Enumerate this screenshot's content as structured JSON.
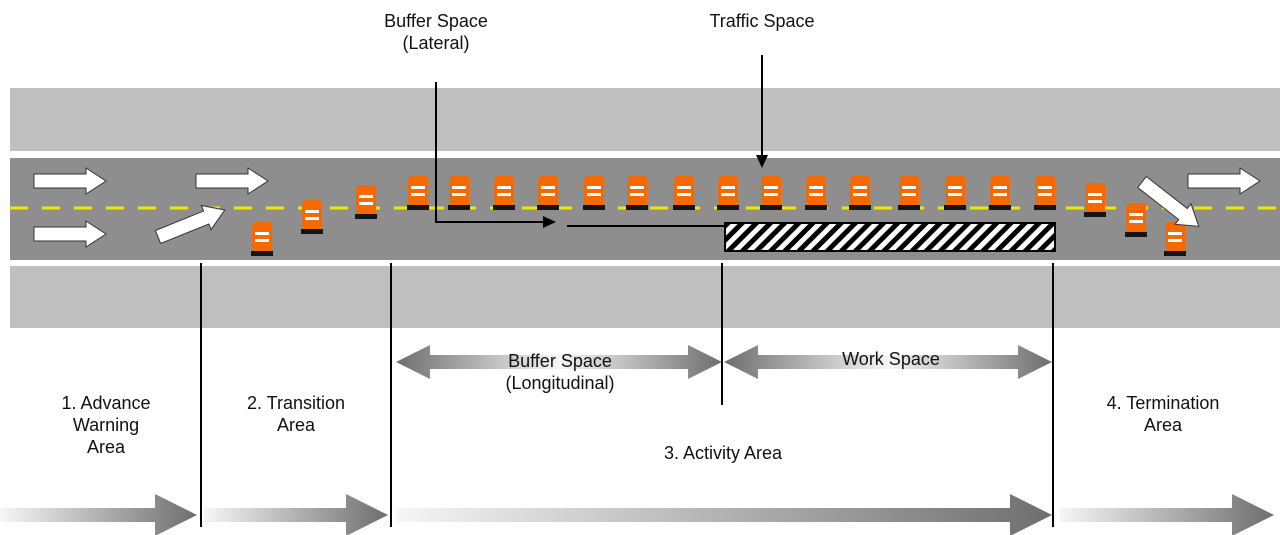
{
  "colors": {
    "shoulder": "#c0c0c0",
    "road": "#8e8e8e",
    "center_line": "#f2e600",
    "drum_orange": "#f56a00",
    "drum_stripe": "#ffffff",
    "drum_base": "#151515",
    "arrow_fill": "#ffffff",
    "arrow_stroke": "#333333",
    "divider": "#000000",
    "gradient_light": "#f6f6f6",
    "gradient_dark": "#6e6e6e"
  },
  "labels": {
    "buffer_lateral": [
      "Buffer Space",
      "(Lateral)"
    ],
    "traffic_space": [
      "Traffic Space"
    ],
    "buffer_longitudinal": [
      "Buffer Space",
      "(Longitudinal)"
    ],
    "work_space": [
      "Work Space"
    ],
    "advance_warning": [
      "1. Advance",
      "Warning",
      "Area"
    ],
    "transition": [
      "2. Transition",
      "Area"
    ],
    "activity": [
      "3. Activity Area"
    ],
    "termination": [
      "4. Termination",
      "Area"
    ]
  },
  "icons": {
    "traffic_arrow": "white-traffic-arrow-icon",
    "channelizing_drum": "traffic-drum-icon",
    "work_area": "hatched-work-area"
  }
}
